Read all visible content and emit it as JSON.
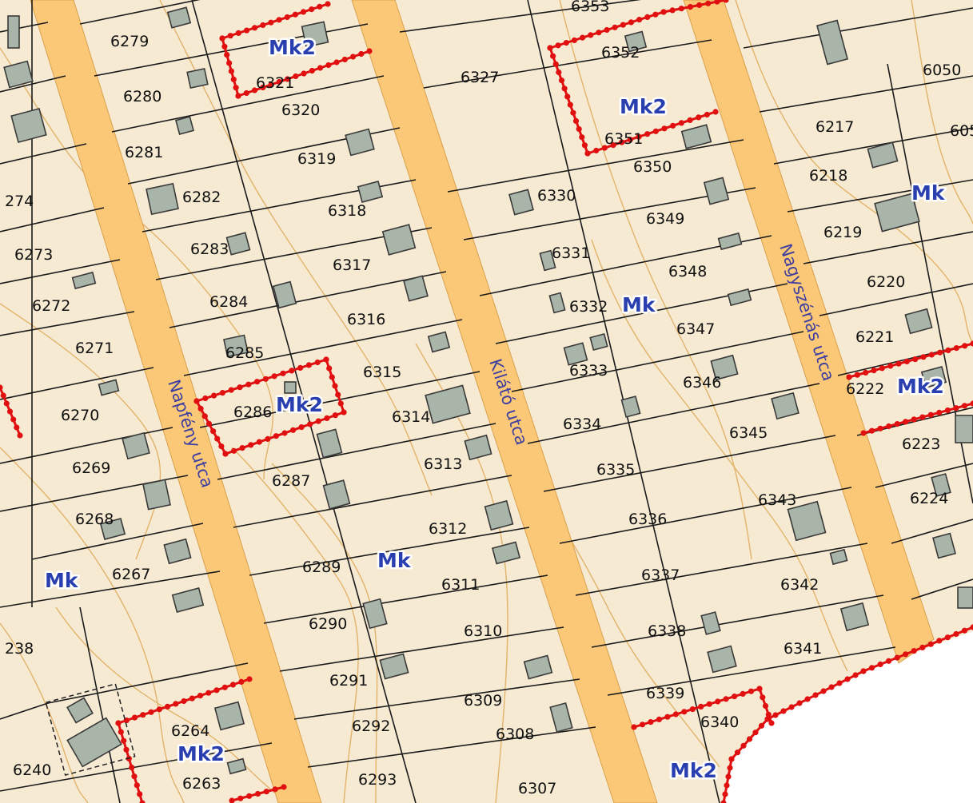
{
  "colors": {
    "land": "#f6ead3",
    "road": "#fbc877",
    "zone_border": "#e01010",
    "zone_label": "#2a3faf",
    "street_label": "#3f3fa0",
    "building": "#a9b5a9"
  },
  "streets": {
    "napfeny": "Napfény utca",
    "kilato": "Kilátó utca",
    "nagyszenas": "Nagyszénás utca"
  },
  "zones": {
    "mk2_a": "Mk2",
    "mk2_b": "Mk2",
    "mk2_c": "Mk2",
    "mk2_d": "Mk2",
    "mk2_e": "Mk2",
    "mk2_f": "Mk2",
    "mk_a": "Mk",
    "mk_b": "Mk",
    "mk_c": "Mk",
    "mk_d": "Mk"
  },
  "plots": {
    "p6279": "6279",
    "p6280": "6280",
    "p6281": "6281",
    "p6282": "6282",
    "p6283": "6283",
    "p6284": "6284",
    "p6285": "6285",
    "p6286": "6286",
    "p6287": "6287",
    "p6289": "6289",
    "p6290": "6290",
    "p6291": "6291",
    "p6292": "6292",
    "p6293": "6293",
    "p6321": "6321",
    "p6320": "6320",
    "p6319": "6319",
    "p6318": "6318",
    "p6317": "6317",
    "p6316": "6316",
    "p6315": "6315",
    "p6314": "6314",
    "p6313": "6313",
    "p6312": "6312",
    "p6311": "6311",
    "p6310": "6310",
    "p6309": "6309",
    "p6308": "6308",
    "p6307": "6307",
    "p6327": "6327",
    "p6330": "6330",
    "p6331": "6331",
    "p6332": "6332",
    "p6333": "6333",
    "p6334": "6334",
    "p6335": "6335",
    "p6336": "6336",
    "p6337": "6337",
    "p6338": "6338",
    "p6339": "6339",
    "p6340": "6340",
    "p6341": "6341",
    "p6342": "6342",
    "p6343": "6343",
    "p6345": "6345",
    "p6346": "6346",
    "p6347": "6347",
    "p6348": "6348",
    "p6349": "6349",
    "p6350": "6350",
    "p6351": "6351",
    "p6352": "6352",
    "p6353": "6353",
    "p6050": "6050",
    "p605x": "605",
    "p6217": "6217",
    "p6218": "6218",
    "p6219": "6219",
    "p6220": "6220",
    "p6221": "6221",
    "p6222": "6222",
    "p6223": "6223",
    "p6224": "6224",
    "p6273": "6273",
    "p6272": "6272",
    "p6271": "6271",
    "p6270": "6270",
    "p6269": "6269",
    "p6268": "6268",
    "p6267": "6267",
    "p6264": "6264",
    "p6263": "6263",
    "p6240": "6240",
    "p274x": "274",
    "p238x": "238"
  }
}
